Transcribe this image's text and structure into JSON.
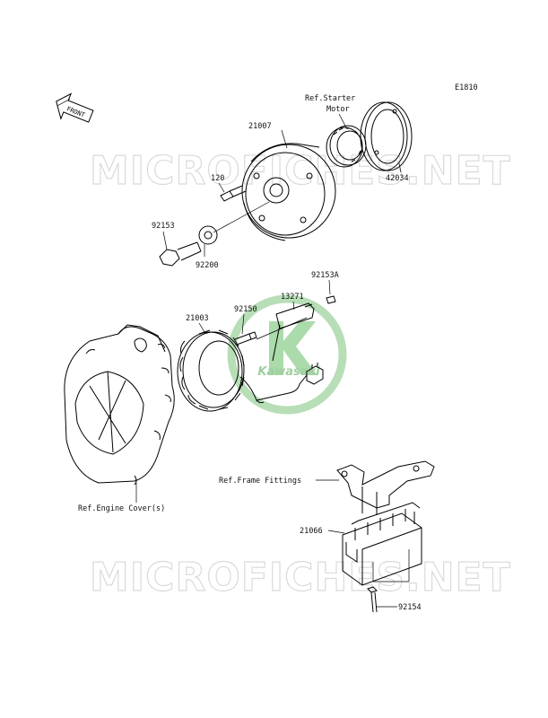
{
  "diagram_code": "E1810",
  "front_label": "FRONT",
  "watermark": "MICROFICHES.NET",
  "logo_text": "Kawasaki",
  "labels": {
    "ref_starter_line1": "Ref.Starter",
    "ref_starter_line2": "Motor",
    "p21007": "21007",
    "p42034": "42034",
    "p120": "120",
    "p92153": "92153",
    "p92200": "92200",
    "p92153A": "92153A",
    "p13271": "13271",
    "p92150": "92150",
    "p21003": "21003",
    "ref_frame": "Ref.Frame Fittings",
    "ref_engine": "Ref.Engine Cover(s)",
    "p21066": "21066",
    "p92154": "92154"
  },
  "colors": {
    "accent": "#1a8a2a",
    "watermark": "#d7dcd7",
    "logo_green": "#7fbf7f"
  }
}
